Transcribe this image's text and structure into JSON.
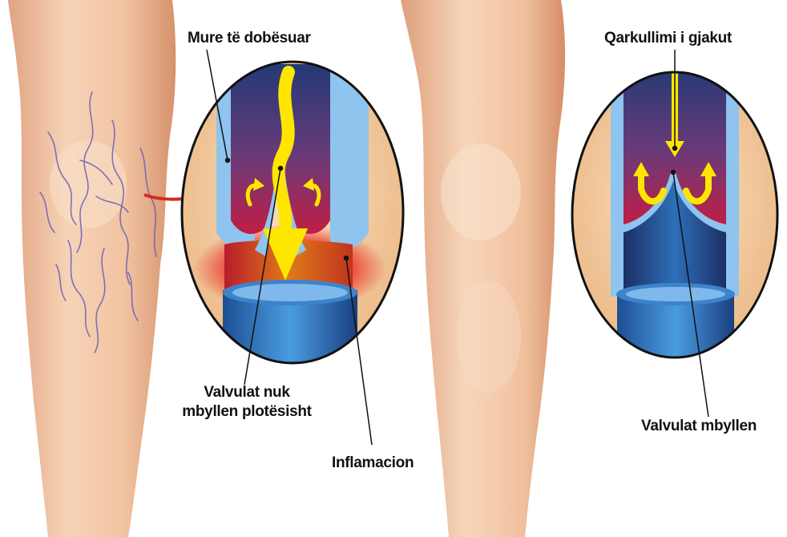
{
  "labels": {
    "weakened_walls": "Mure të dobësuar",
    "valves_not_closing_line1": "Valvulat nuk",
    "valves_not_closing_line2": "mbyllen plotësisht",
    "inflammation": "Inflamacion",
    "blood_flow": "Qarkullimi i gjakut",
    "valves_closing": "Valvulat mbyllen"
  },
  "colors": {
    "skin_light": "#f3c9a8",
    "skin_mid": "#e9b08a",
    "skin_shadow": "#d99a74",
    "vein_purple": "#6b5fb5",
    "inset_bg": "#f4cfa0",
    "vein_wall_blue": "#8ec4ee",
    "vein_inner_dark": "#2b3f7a",
    "blood_red": "#b81c3c",
    "arrow_yellow": "#ffe600",
    "inflammation_red": "#e8241e",
    "pointer_red": "#d62a1e",
    "label_text": "#111111"
  },
  "icons": [
    "curved-red-arrow-icon",
    "yellow-flow-arrow-icon",
    "yellow-backflow-arrow-icon"
  ]
}
